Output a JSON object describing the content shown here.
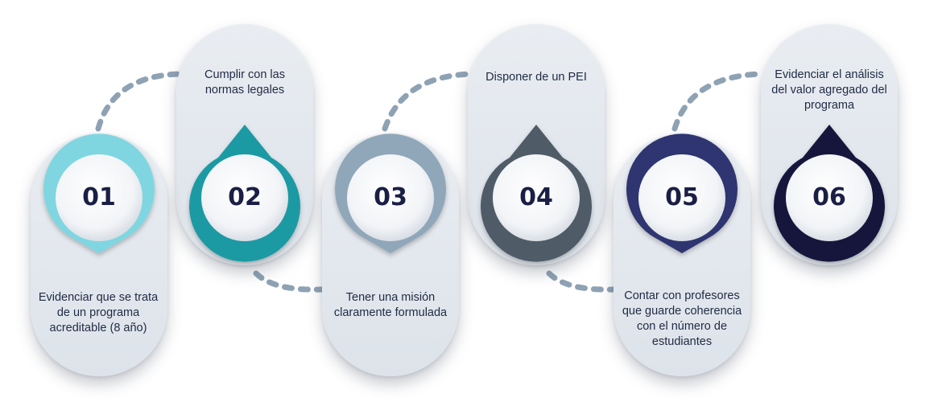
{
  "steps": [
    {
      "number": "01",
      "text": "Evidenciar que se trata de un programa acreditable (8 año)",
      "color": "#7fd6e0"
    },
    {
      "number": "02",
      "text": "Cumplir con las normas legales",
      "color": "#1f9aa3"
    },
    {
      "number": "03",
      "text": "Tener una misión claramente formulada",
      "color": "#90a7ba"
    },
    {
      "number": "04",
      "text": "Disponer de un PEI",
      "color": "#4f5b68"
    },
    {
      "number": "05",
      "text": "Contar con profesores que guarde coherencia con el número de estudiantes",
      "color": "#2d3470"
    },
    {
      "number": "06",
      "text": "Evidenciar el análisis del valor agregado del programa",
      "color": "#15173e"
    }
  ],
  "connector_color": "#8ea2b4"
}
